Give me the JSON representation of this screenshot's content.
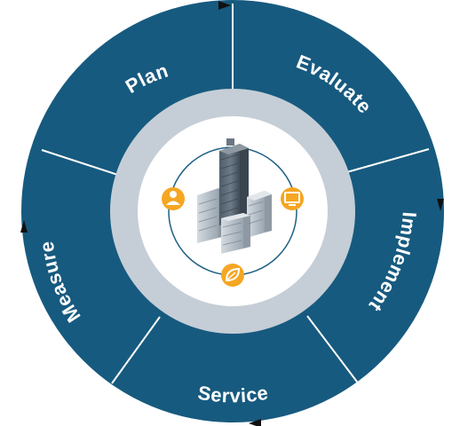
{
  "segments": [
    {
      "label": "Plan"
    },
    {
      "label": "Evaluate"
    },
    {
      "label": "Implement"
    },
    {
      "label": "Service"
    },
    {
      "label": "Measure"
    }
  ],
  "colors": {
    "ring": "#175a7f",
    "divider": "#ffffff",
    "inner_ring": "#c5ced6",
    "core": "#ffffff",
    "orbit": "#1e5f84",
    "icon_accent": "#f5a623",
    "building_dark": "#5b6874",
    "building_light": "#b8c2cb",
    "arrow": "#111111",
    "label": "#ffffff"
  },
  "icons": {
    "person": "person-icon",
    "monitor": "monitor-icon",
    "leaf": "leaf-icon",
    "buildings": "city-buildings-icon"
  }
}
